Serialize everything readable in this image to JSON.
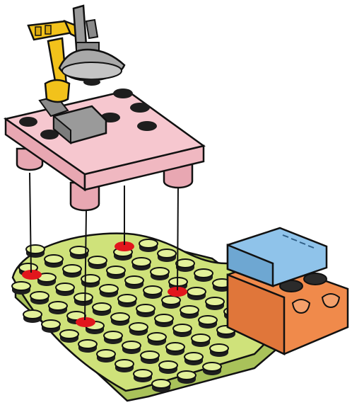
{
  "scene": {
    "kind": "lego-assembly-instruction",
    "colors": {
      "outline": "#111111",
      "baseplate_top": "#cfe27a",
      "baseplate_side": "#a9c25a",
      "stud_top": "#e3f19a",
      "platform_top": "#f6c7cf",
      "platform_side": "#e8a7b2",
      "arm_yellow": "#f2c21b",
      "lamp_gray": "#9a9a9a",
      "blue_brick": "#8fc3ea",
      "orange_brick": "#f08a4b",
      "attach_point": "#e2161d"
    },
    "components": [
      {
        "name": "heart-baseplate",
        "color": "green"
      },
      {
        "name": "pink-table-platform",
        "color": "pink"
      },
      {
        "name": "microscope-lamp",
        "color": "yellow-gray"
      },
      {
        "name": "blue-tile",
        "color": "blue"
      },
      {
        "name": "orange-brick",
        "color": "orange"
      }
    ],
    "attachment_points_count": 4
  }
}
